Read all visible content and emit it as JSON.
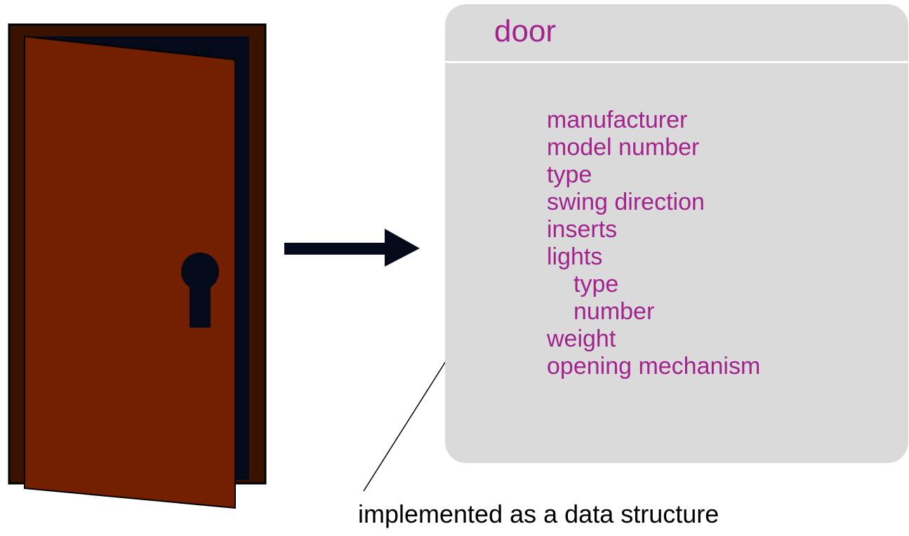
{
  "class_box": {
    "title": "door",
    "attributes": [
      {
        "label": "manufacturer",
        "level": 0
      },
      {
        "label": "model number",
        "level": 0
      },
      {
        "label": "type",
        "level": 0
      },
      {
        "label": "swing direction",
        "level": 0
      },
      {
        "label": "inserts",
        "level": 0
      },
      {
        "label": "lights",
        "level": 0
      },
      {
        "label": "type",
        "level": 1
      },
      {
        "label": "number",
        "level": 1
      },
      {
        "label": "weight",
        "level": 0
      },
      {
        "label": "opening mechanism",
        "level": 0
      }
    ]
  },
  "caption": "implemented as a data structure",
  "colors": {
    "door_panel": "#722000",
    "door_frame": "#3a1200",
    "door_gap": "#050a1a",
    "keyhole": "#050a1a",
    "arrow": "#050a1a",
    "box_fill": "#dadada",
    "attribute_text": "#a3238e",
    "caption_text": "#000000"
  },
  "icons": {
    "door": "open-door-icon",
    "arrow": "right-arrow-icon",
    "keyhole": "keyhole-icon"
  }
}
